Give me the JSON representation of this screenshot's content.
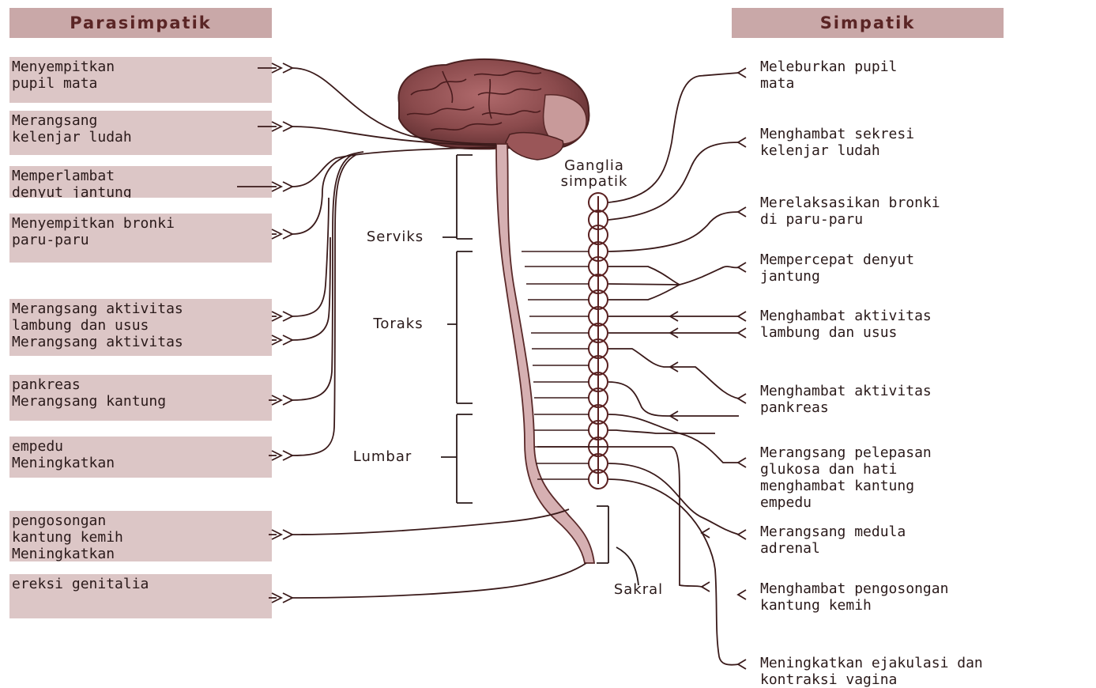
{
  "headers": {
    "left": "Parasimpatik",
    "right": "Simpatik"
  },
  "parasympathetic": [
    "Menyempitkan\npupil mata",
    "Merangsang\nkelenjar ludah",
    "Memperlambat\ndenyut jantung",
    "Menyempitkan bronki\nparu-paru",
    "Merangsang aktivitas\nlambung dan usus\nMerangsang aktivitas",
    "pankreas\nMerangsang kantung",
    "empedu\nMeningkatkan",
    "pengosongan\nkantung kemih\nMeningkatkan",
    "ereksi genitalia"
  ],
  "sympathetic": [
    "Meleburkan pupil\nmata",
    "Menghambat sekresi\nkelenjar ludah",
    "Merelaksasikan bronki\ndi paru-paru",
    "Mempercepat denyut\njantung",
    "Menghambat aktivitas\nlambung dan usus",
    "Menghambat aktivitas\npankreas",
    "Merangsang pelepasan\nglukosa dan hati\nmenghambat kantung\nempedu",
    "Merangsang medula\nadrenal",
    "Menghambat pengosongan\nkantung kemih",
    "Meningkatkan ejakulasi dan\nkontraksi vagina"
  ],
  "segments": {
    "ganglia": "Ganglia\nsimpatik",
    "cervical": "Serviks",
    "thoracic": "Toraks",
    "lumbar": "Lumbar",
    "sacral": "Sakral"
  },
  "colors": {
    "header_bg": "#c9a8a8",
    "box_bg": "#dcc6c6",
    "line": "#4a2a2a",
    "brain": "#8a4a4c",
    "cord": "#d6b0b2"
  }
}
